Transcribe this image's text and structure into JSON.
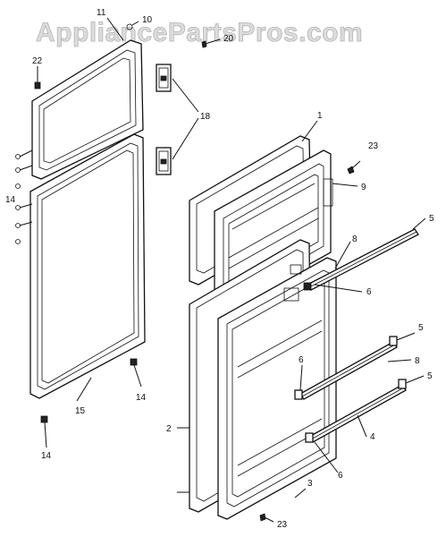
{
  "watermark": "AppliancePartsPros.com",
  "callouts": {
    "c1": "1",
    "c2": "2",
    "c3": "3",
    "c4": "4",
    "c5a": "5",
    "c5b": "5",
    "c5c": "5",
    "c6a": "6",
    "c6b": "6",
    "c6c": "6",
    "c8a": "8",
    "c8b": "8",
    "c9": "9",
    "c10": "10",
    "c11": "11",
    "c14a": "14",
    "c14b": "14",
    "c14c": "14",
    "c15": "15",
    "c18": "18",
    "c20": "20",
    "c22": "22",
    "c23a": "23",
    "c23b": "23"
  }
}
